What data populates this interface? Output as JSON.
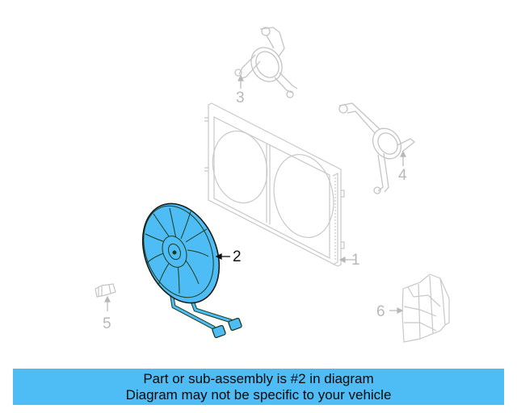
{
  "diagram": {
    "title": "Cooling fan assembly exploded diagram",
    "highlight_color": "#4fbdf5",
    "faded_line_color": "#c4c4c4",
    "callouts": [
      {
        "number": "1",
        "part": "radiator-fan-shroud"
      },
      {
        "number": "2",
        "part": "cooling-fan-assembly",
        "highlighted": true
      },
      {
        "number": "3",
        "part": "upper-mount-bracket"
      },
      {
        "number": "4",
        "part": "side-mount-bracket"
      },
      {
        "number": "5",
        "part": "sensor"
      },
      {
        "number": "6",
        "part": "air-duct"
      }
    ]
  },
  "banner": {
    "line1": "Part or sub-assembly is #2 in diagram",
    "line2": "Diagram may not be specific to your vehicle",
    "background": "#4fbdf5"
  }
}
